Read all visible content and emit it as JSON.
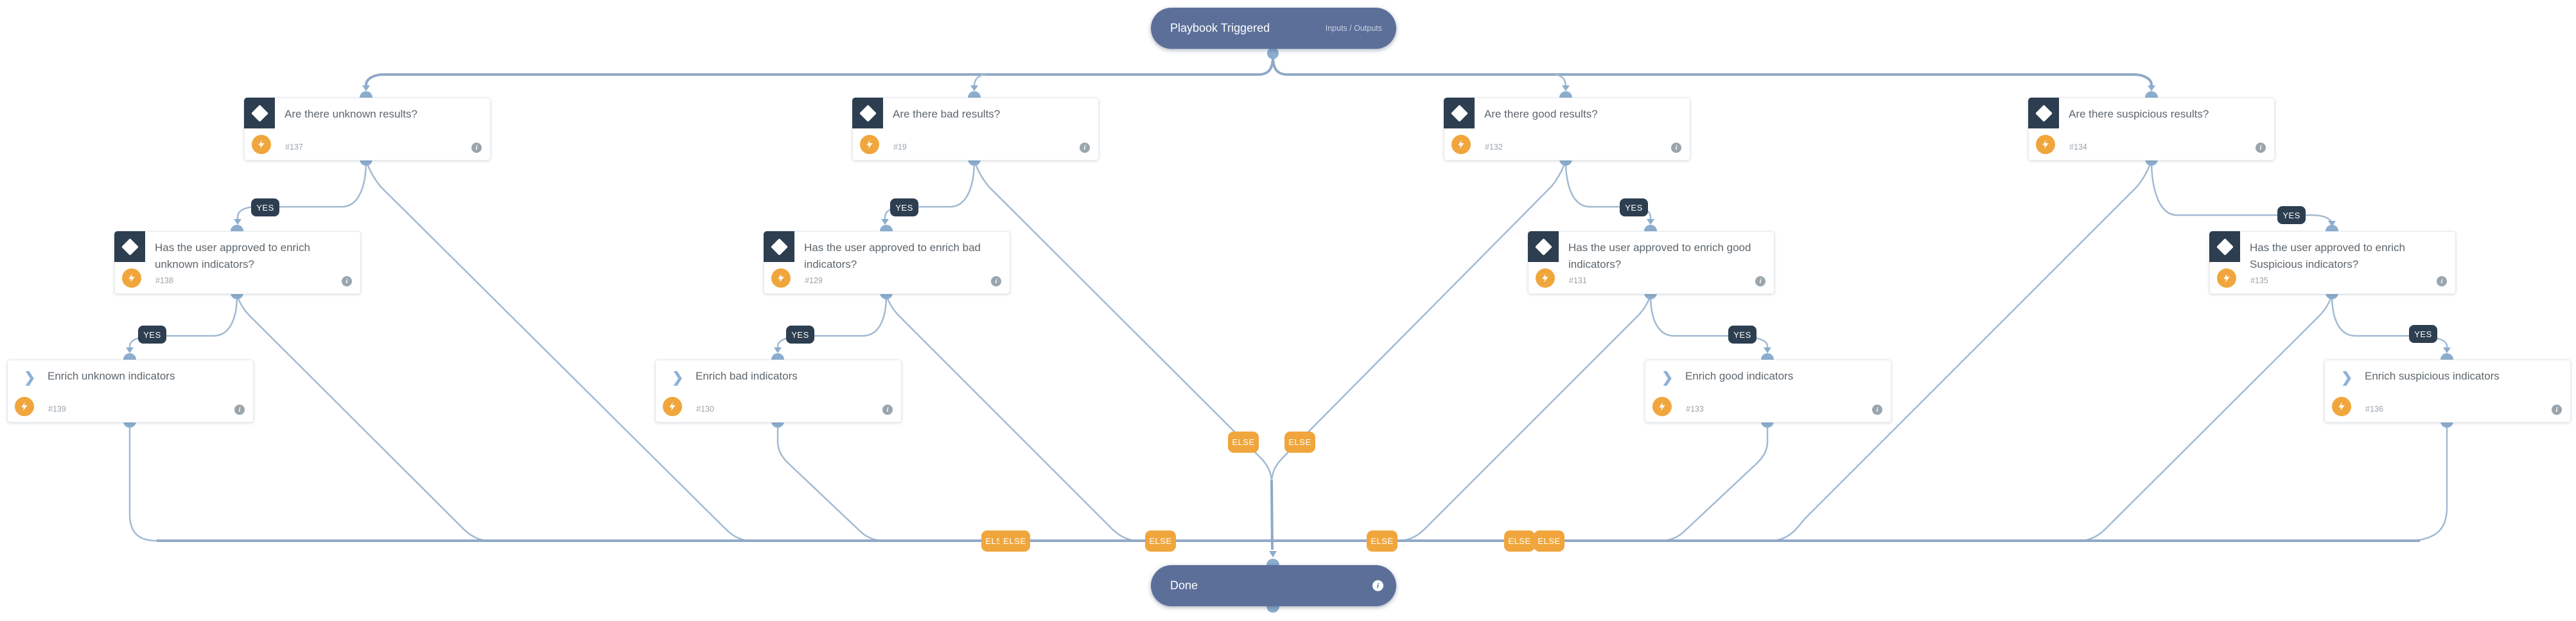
{
  "labels": {
    "yes": "YES",
    "else": "ELSE"
  },
  "start": {
    "title": "Playbook Triggered",
    "link": "Inputs / Outputs"
  },
  "end": {
    "title": "Done"
  },
  "colors": {
    "accent_orange": "#f0a63c",
    "navy": "#2d3e50",
    "pill_blue": "#5c6f99",
    "edge_blue": "#a2bad3",
    "title_text": "#5d666d",
    "id_text": "#9aa4ac"
  },
  "nodes": {
    "cond_unknown": {
      "type": "condition",
      "title": "Are there unknown results?",
      "id": "#137"
    },
    "cond_bad": {
      "type": "condition",
      "title": "Are there bad results?",
      "id": "#19"
    },
    "cond_good": {
      "type": "condition",
      "title": "Are there good results?",
      "id": "#132"
    },
    "cond_suspicious": {
      "type": "condition",
      "title": "Are there suspicious results?",
      "id": "#134"
    },
    "appr_unknown": {
      "type": "condition",
      "title": "Has the user approved to enrich unknown indicators?",
      "id": "#138"
    },
    "appr_bad": {
      "type": "condition",
      "title": "Has the user approved to enrich bad indicators?",
      "id": "#129"
    },
    "appr_good": {
      "type": "condition",
      "title": "Has the user approved to enrich good indicators?",
      "id": "#131"
    },
    "appr_suspicious": {
      "type": "condition",
      "title": "Has the user approved to enrich Suspicious indicators?",
      "id": "#135"
    },
    "enr_unknown": {
      "type": "subplaybook",
      "title": "Enrich unknown indicators",
      "id": "#139"
    },
    "enr_bad": {
      "type": "subplaybook",
      "title": "Enrich bad indicators",
      "id": "#130"
    },
    "enr_good": {
      "type": "subplaybook",
      "title": "Enrich good indicators",
      "id": "#133"
    },
    "enr_suspicious": {
      "type": "subplaybook",
      "title": "Enrich suspicious indicators",
      "id": "#136"
    }
  }
}
